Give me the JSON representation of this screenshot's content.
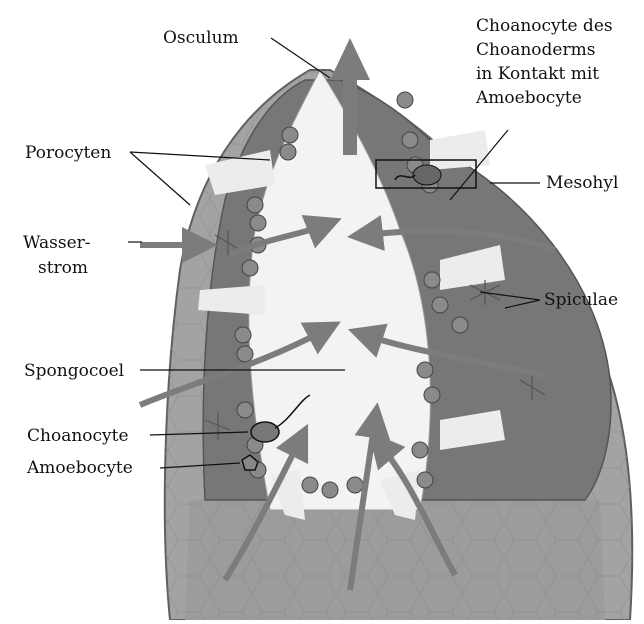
{
  "labels": {
    "osculum": "Osculum",
    "choano_line1": "Choanocyte des",
    "choano_line2": "Choanoderms",
    "choano_line3": "in Kontakt mit",
    "choano_line4": "Amoebocyte",
    "mesohyl": "Mesohyl",
    "porocyten": "Porocyten",
    "wasser_line1": "Wasser-",
    "wasser_line2": "strom",
    "spiculae": "Spiculae",
    "spongocoel": "Spongocoel",
    "choanocyte": "Choanocyte",
    "amoebocyte": "Amoebocyte"
  },
  "colors": {
    "outer_wall": "#9a9a9a",
    "inner_wall": "#6f6f6f",
    "cavity": "#f4f4f4",
    "arrow": "#7c7c7c",
    "cell": "#8a8a8a",
    "text": "#111111"
  }
}
